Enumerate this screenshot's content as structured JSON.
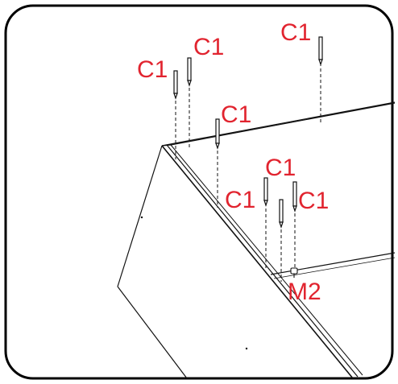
{
  "labels": {
    "c1_a": "C1",
    "c1_b": "C1",
    "c1_c": "C1",
    "c1_d": "C1",
    "c1_e": "C1",
    "c1_f": "C1",
    "c1_g": "C1",
    "m2": "M2"
  },
  "colors": {
    "label": "#e1242f",
    "line": "#111111",
    "frame": "#000000"
  },
  "icons": {
    "nail": "nail-icon",
    "cam_lock": "cam-lock-icon"
  }
}
